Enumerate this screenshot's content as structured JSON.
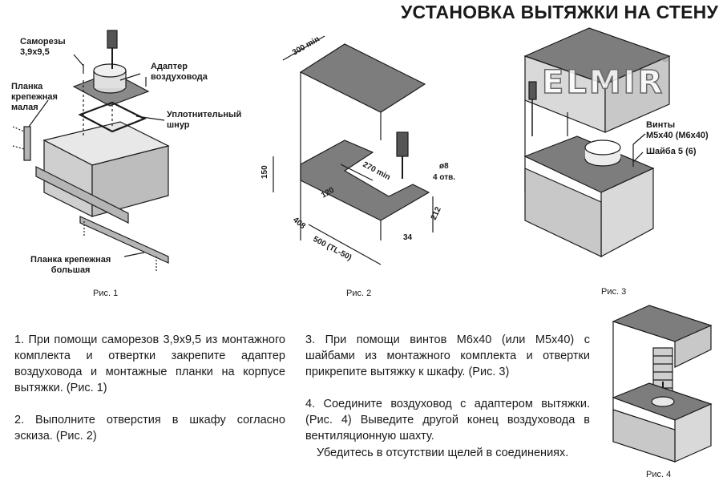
{
  "title": "УСТАНОВКА ВЫТЯЖКИ НА СТЕНУ",
  "watermark": "ELMIR",
  "watermark_reg": "®",
  "fig1": {
    "caption": "Рис. 1",
    "labels": {
      "screws": "Саморезы\n3,9х9,5",
      "adapter": "Адаптер\nвоздуховода",
      "strip_small": "Планка\nкрепежная\nмалая",
      "seal": "Уплотнительный\nшнур",
      "strip_large": "Планка крепежная\nбольшая"
    }
  },
  "fig2": {
    "caption": "Рис. 2",
    "dims": {
      "d300": "300 min",
      "d150": "150",
      "d270": "270 min",
      "d8": "ø8",
      "holes": "4 отв.",
      "d120": "120",
      "d408": "408",
      "d500": "500 (TL-50)",
      "d212": "212",
      "d34": "34"
    }
  },
  "fig3": {
    "caption": "Рис. 3",
    "labels": {
      "screws": "Винты\nM5x40 (M6x40)",
      "washer": "Шайба 5 (6)"
    }
  },
  "fig4": {
    "caption": "Рис. 4"
  },
  "paragraphs": {
    "p1": "1. При помощи саморезов 3,9х9,5 из монтажного комплекта и отвертки закрепите адаптер воздуховода и монтажные планки на корпусе вытяжки. (Рис. 1)",
    "p2": "2. Выполните отверстия в шкафу согласно эскиза. (Рис. 2)",
    "p3": "3. При помощи винтов М6х40 (или М5х40) с шайбами из монтажного комплекта и отвертки прикрепите вытяжку к шкафу. (Рис. 3)",
    "p4": "4. Соедините воздуховод с адаптером вытяжки. (Рис. 4) Выведите другой конец воздуховода в вентиляционную шахту.",
    "p5": "Убедитесь в отсутствии щелей в соединениях."
  },
  "colors": {
    "line": "#1a1a1a",
    "gray_panel": "#7d7d7d",
    "light_panel": "#d9d9d9",
    "strip": "#b5b5b5"
  }
}
